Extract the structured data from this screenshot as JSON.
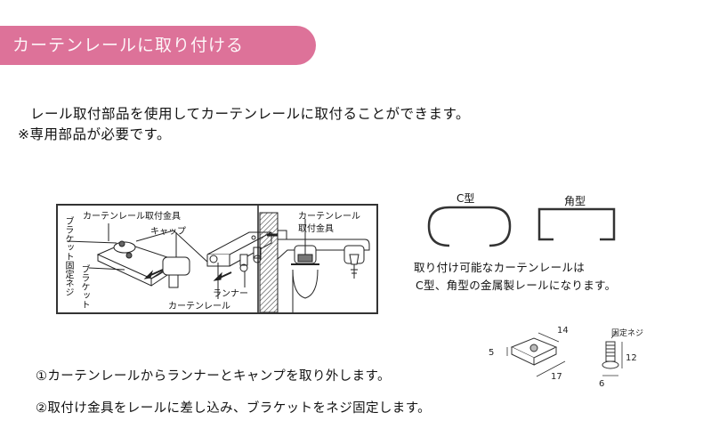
{
  "header": {
    "title": "カーテンレールに取り付ける",
    "color": "#dd7299"
  },
  "intro": {
    "line1": "レール取付部品を使用してカーテンレールに取付ることができます。",
    "line2": "※専用部品が必要です。"
  },
  "diagram": {
    "labels": {
      "mount_fitting": "カーテンレール取付金具",
      "cap": "キャップ",
      "bracket_screw": "ブラケット固定ネジ",
      "bracket": "ブラケット",
      "runner": "ランナー",
      "curtain_rail": "カーテンレール",
      "mount_fitting_side_1": "カーテンレール",
      "mount_fitting_side_2": "取付金具"
    }
  },
  "rail_types": {
    "c_type": "C型",
    "square_type": "角型",
    "compat_line1": "取り付け可能なカーテンレールは",
    "compat_line2": "C型、角型の金属製レールになります。"
  },
  "parts": {
    "fitting_dims": {
      "width": "14",
      "height": "5",
      "length": "17"
    },
    "screw_label": "固定ネジ",
    "screw_dims": {
      "length": "12",
      "diameter": "6"
    }
  },
  "steps": [
    "①カーテンレールからランナーとキャンプを取り外します。",
    "②取付け金具をレールに差し込み、ブラケットをネジ固定します。"
  ]
}
